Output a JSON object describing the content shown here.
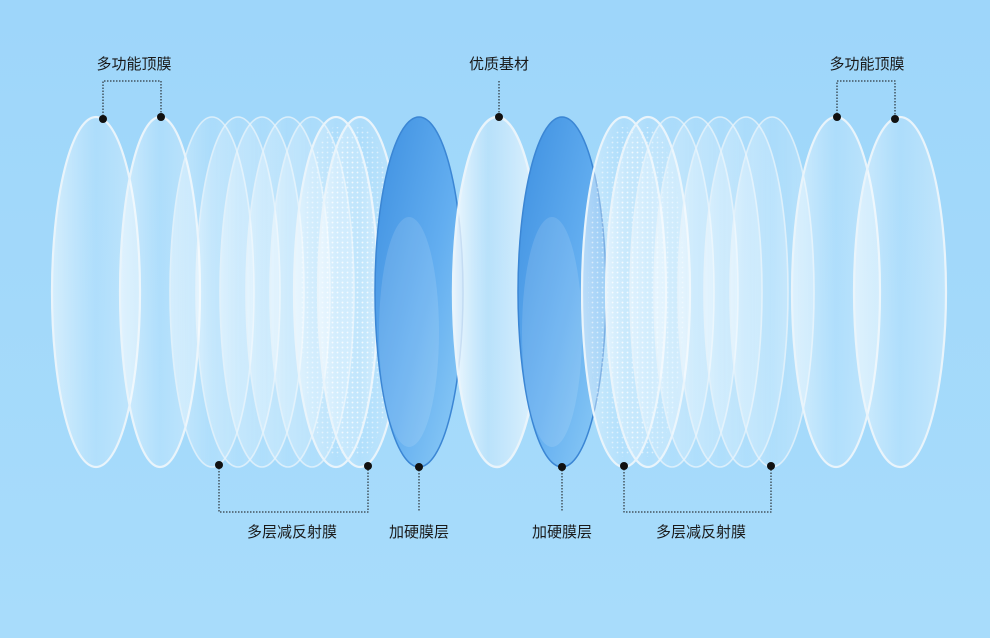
{
  "labels": {
    "top_left": "多功能顶膜",
    "top_center": "优质基材",
    "top_right": "多功能顶膜",
    "bottom_left_ar": "多层减反射膜",
    "bottom_left_hard": "加硬膜层",
    "bottom_right_hard": "加硬膜层",
    "bottom_right_ar": "多层减反射膜"
  },
  "colors": {
    "background": "#9ed6fa",
    "hard_coat": "#4d9fe6",
    "lens_edge": "#e9f4fb",
    "callout": "#111111"
  }
}
